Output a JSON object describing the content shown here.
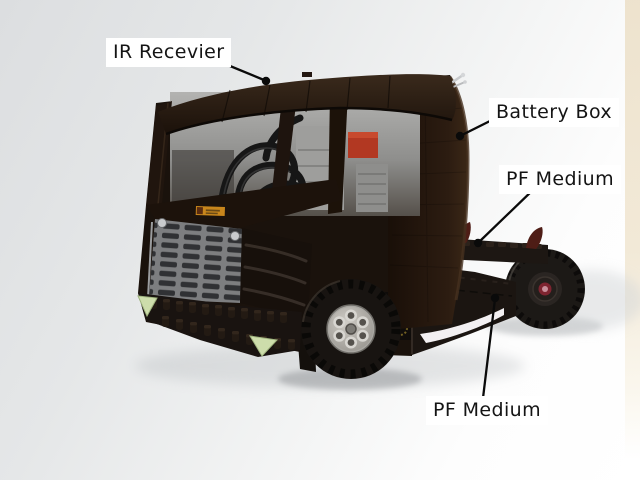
{
  "annotations": {
    "ir_receiver": {
      "label": "IR Recevier"
    },
    "battery_box": {
      "label": "Battery Box"
    },
    "pf_medium_upper": {
      "label": "PF Medium"
    },
    "pf_medium_lower": {
      "label": "PF Medium"
    }
  },
  "colors": {
    "background_top": "#dcdee0",
    "background_bottom": "#ffffff",
    "backdrop_edge": "#ece0c9",
    "truck_body": "#241710",
    "grille_gray": "#7d7e80",
    "interior_gray": "#9e9e9c",
    "red_brick": "#b23822",
    "wing_dark_red": "#4e1d16",
    "skirt_stripe": "#f3f0f2",
    "green_corner_piece": "#cdddab",
    "wheel_hub_gray": "#b4b2ad",
    "rear_hub_red": "#7e2430",
    "annotation_text": "#141414",
    "label_background": "#ffffff"
  }
}
